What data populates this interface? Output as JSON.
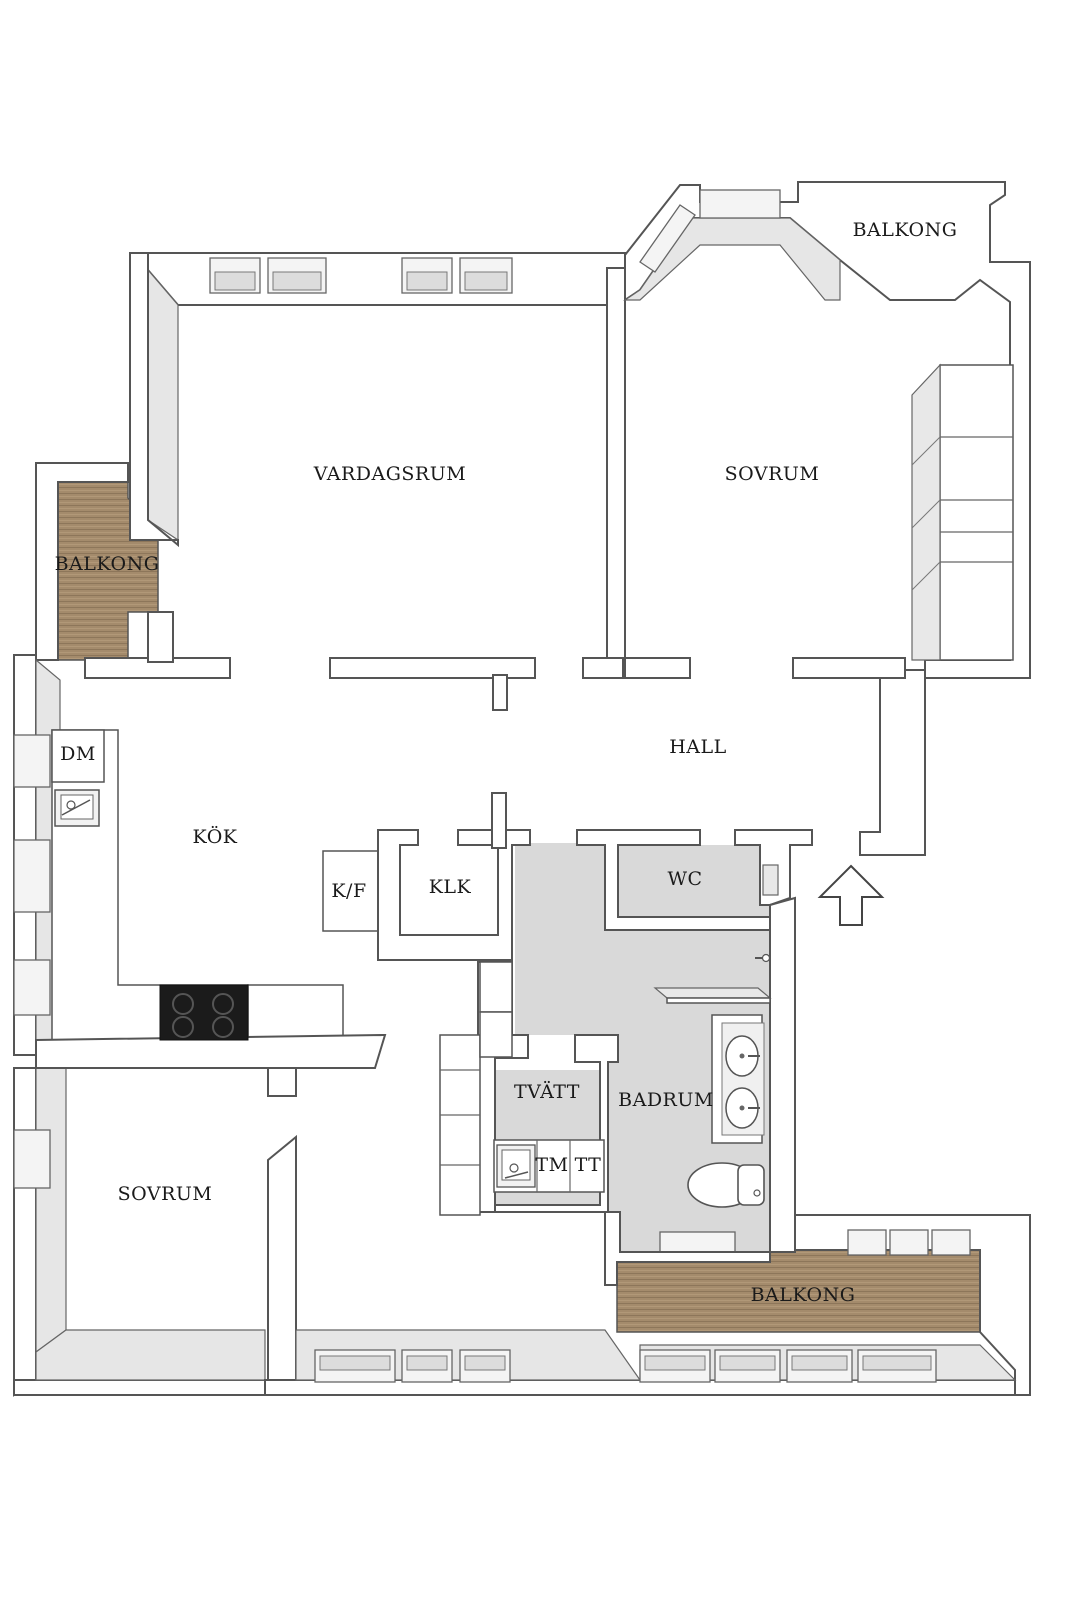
{
  "rooms": {
    "vardagsrum": "VARDAGSRUM",
    "sovrum_top": "SOVRUM",
    "balkong_top_right": "BALKONG",
    "balkong_left": "BALKONG",
    "hall": "HALL",
    "dm": "DM",
    "kok": "KÖK",
    "kf": "K/F",
    "klk": "KLK",
    "wc": "WC",
    "tvatt": "TVÄTT",
    "badrum": "BADRUM",
    "tm": "TM",
    "tt": "TT",
    "sovrum_bottom": "SOVRUM",
    "balkong_bottom": "BALKONG"
  },
  "icons": {
    "entrance": "up-arrow-icon",
    "stove": "cooktop-icon",
    "sink": "sink-icon",
    "washbasin": "washbasin-icon",
    "toilet": "toilet-icon"
  },
  "colors": {
    "wood": "#9c8466",
    "wet_area": "#d9d9d9",
    "wall": "#ffffff",
    "stove": "#1b1b1b"
  }
}
